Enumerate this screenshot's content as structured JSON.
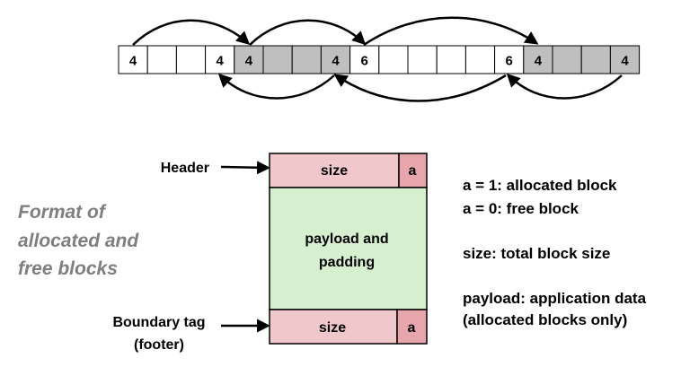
{
  "memory_row": {
    "cells": [
      {
        "label": "4",
        "fill": "white"
      },
      {
        "label": "",
        "fill": "white"
      },
      {
        "label": "",
        "fill": "white"
      },
      {
        "label": "4",
        "fill": "white"
      },
      {
        "label": "4",
        "fill": "gray"
      },
      {
        "label": "",
        "fill": "gray"
      },
      {
        "label": "",
        "fill": "gray"
      },
      {
        "label": "4",
        "fill": "gray"
      },
      {
        "label": "6",
        "fill": "white"
      },
      {
        "label": "",
        "fill": "white"
      },
      {
        "label": "",
        "fill": "white"
      },
      {
        "label": "",
        "fill": "white"
      },
      {
        "label": "",
        "fill": "white"
      },
      {
        "label": "6",
        "fill": "white"
      },
      {
        "label": "4",
        "fill": "gray"
      },
      {
        "label": "",
        "fill": "gray"
      },
      {
        "label": "",
        "fill": "gray"
      },
      {
        "label": "4",
        "fill": "gray"
      }
    ]
  },
  "block_format": {
    "title_lines": [
      "Format of",
      "allocated and",
      "free blocks"
    ],
    "header_label": "Header",
    "footer_label_lines": [
      "Boundary tag",
      "(footer)"
    ],
    "size_label": "size",
    "alloc_bit_label": "a",
    "payload_lines": [
      "payload and",
      "padding"
    ]
  },
  "legend": {
    "lines": [
      "a = 1: allocated block",
      "a = 0: free block",
      "size: total block size",
      "payload: application data",
      "(allocated blocks only)"
    ]
  },
  "colors": {
    "white_cell": "#ffffff",
    "gray_cell": "#bfbfbf",
    "size_fill": "#f0c8cc",
    "alloc_fill": "#e6a6ab",
    "payload_fill": "#d5efcf",
    "title_color": "#7f7f7f"
  }
}
